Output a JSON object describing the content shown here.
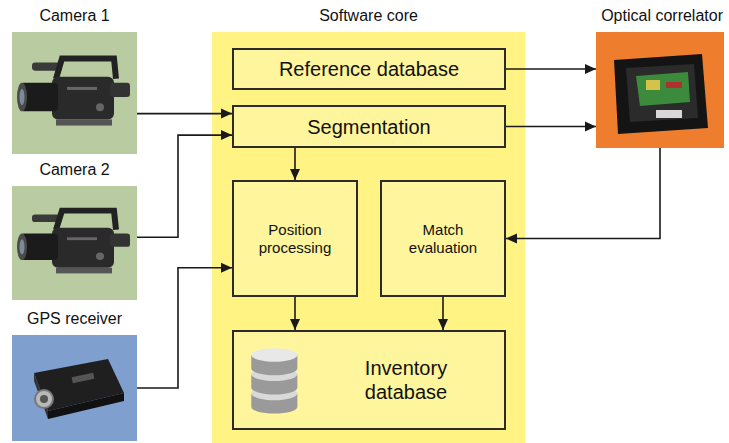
{
  "diagram": {
    "nodes": [
      {
        "text": [
          "Camera 1"
        ]
      },
      {
        "text": [
          "Software core"
        ]
      },
      {
        "text": [
          "Reference database"
        ],
        "in": 1
      },
      {
        "text": [
          "Segmentation"
        ],
        "in": 1
      },
      {
        "text": [
          "Position processing"
        ],
        "in": 1
      },
      {
        "text": [
          "Match evaluation"
        ],
        "in": 1
      },
      {
        "text": [
          "Inventory database"
        ],
        "in": 1
      },
      {
        "text": [
          "Optical correlator"
        ]
      },
      {
        "text": [
          "Camera 2"
        ]
      },
      {
        "text": [
          "GPS receiver"
        ]
      }
    ],
    "edges": [
      {
        "from": 0,
        "to": 3,
        "arrow": "to"
      },
      {
        "from": 8,
        "to": 3,
        "arrow": "to"
      },
      {
        "from": 9,
        "to": 4,
        "arrow": "to"
      },
      {
        "from": 2,
        "to": 7,
        "arrow": "to"
      },
      {
        "from": 3,
        "to": 7,
        "arrow": "to"
      },
      {
        "from": 3,
        "to": 4,
        "arrow": "to"
      },
      {
        "from": 7,
        "to": 5,
        "arrow": "to"
      },
      {
        "from": 4,
        "to": 6,
        "arrow": "to"
      },
      {
        "from": 5,
        "to": 6,
        "arrow": "to"
      }
    ]
  }
}
